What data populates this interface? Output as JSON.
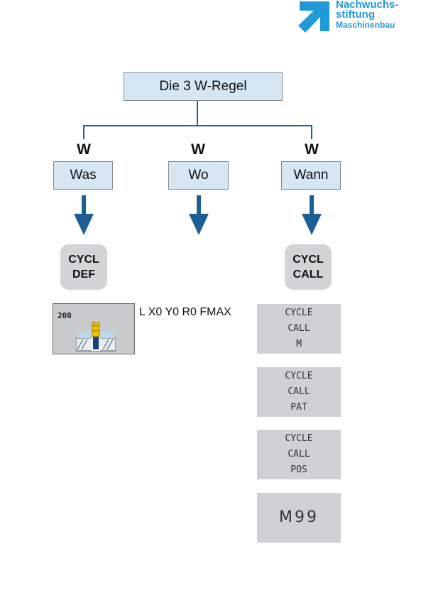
{
  "logo": {
    "line1": "Nachwuchs-",
    "line2": "stiftung",
    "line3": "Maschinenbau",
    "color": "#1f9ad6"
  },
  "root": {
    "label": "Die 3 W-Regel"
  },
  "branches": [
    {
      "w": "W",
      "label": "Was"
    },
    {
      "w": "W",
      "label": "Wo"
    },
    {
      "w": "W",
      "label": "Wann"
    }
  ],
  "keys": {
    "cycl_def": {
      "line1": "CYCL",
      "line2": "DEF"
    },
    "cycl_call": {
      "line1": "CYCL",
      "line2": "CALL"
    }
  },
  "cycle_softkey": {
    "number": "200"
  },
  "position_text": "L X0 Y0 R0 FMAX",
  "softkeys": [
    {
      "lines": [
        "CYCLE",
        "CALL",
        "M"
      ]
    },
    {
      "lines": [
        "CYCLE",
        "CALL",
        "PAT"
      ]
    },
    {
      "lines": [
        "CYCLE",
        "CALL",
        "POS"
      ]
    },
    {
      "lines": [
        "M99"
      ]
    }
  ],
  "colors": {
    "box_fill": "#d6e7f3",
    "arrow": "#1d5f95",
    "line": "#2a5f8c"
  }
}
